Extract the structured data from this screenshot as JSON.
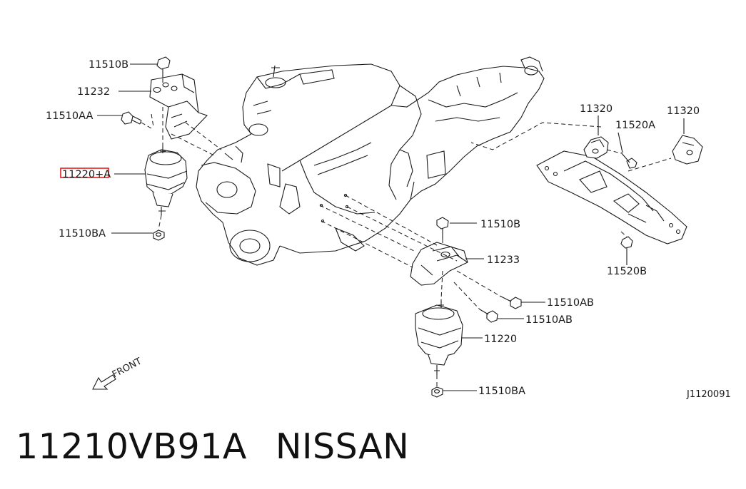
{
  "diagram": {
    "labels": {
      "bolt_11510b_top": "11510B",
      "bracket_11232": "11232",
      "bolt_11510aa": "11510AA",
      "mount_11220a": "11220+A",
      "nut_11510ba_left": "11510BA",
      "bracket_11320_left": "11320",
      "bolt_11520a": "11520A",
      "bracket_11320_right": "11320",
      "bolt_11520b": "11520B",
      "bolt_11510b_right": "11510B",
      "bracket_11233": "11233",
      "bolt_11510ab_upper": "11510AB",
      "bolt_11510ab_lower": "11510AB",
      "mount_11220": "11220",
      "nut_11510ba_right": "11510BA",
      "front_arrow": "FRONT",
      "drawing_code": "J1120091"
    },
    "highlight_color": "#e21d1d"
  },
  "caption": {
    "part_number": "11210VB91A",
    "brand": "NISSAN"
  }
}
